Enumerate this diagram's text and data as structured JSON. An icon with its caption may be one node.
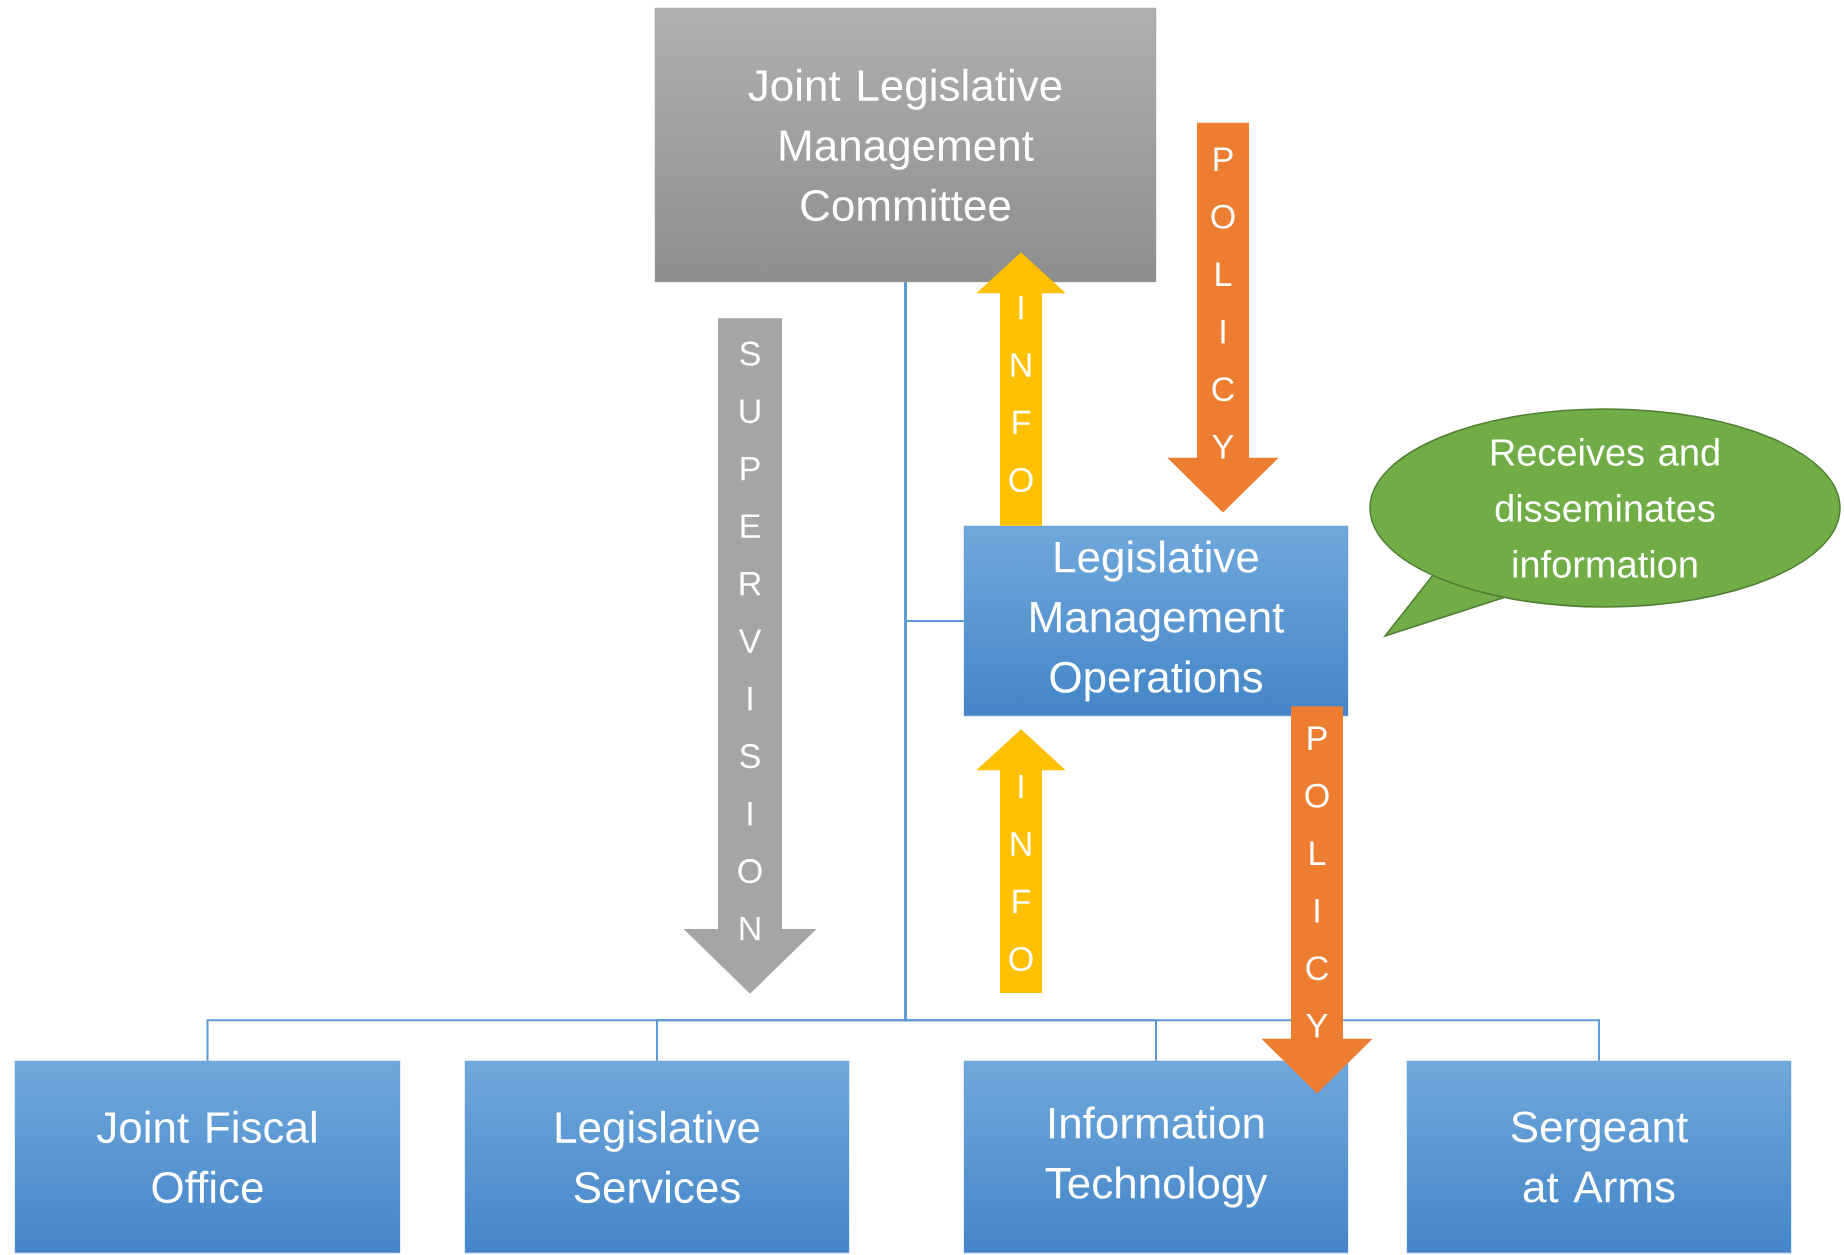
{
  "diagram": {
    "nodes": [
      {
        "text": [
          "Joint Legislative Management Committee"
        ]
      },
      {
        "text": [
          "Legislative Management Operations"
        ]
      },
      {
        "text": [
          "Receives and disseminates information"
        ]
      },
      {
        "text": [
          "Joint Fiscal Office"
        ]
      },
      {
        "text": [
          "Legislative Services"
        ]
      },
      {
        "text": [
          "Information Technology"
        ]
      },
      {
        "text": [
          "Sergeant at Arms"
        ]
      }
    ],
    "edges": [
      {
        "from": 0,
        "to": 1,
        "arrow": "none"
      },
      {
        "from": 0,
        "to": 3,
        "arrow": "none"
      },
      {
        "from": 0,
        "to": 4,
        "arrow": "none"
      },
      {
        "from": 0,
        "to": 5,
        "arrow": "none"
      },
      {
        "from": 0,
        "to": 6,
        "arrow": "none"
      },
      {
        "from": 0,
        "to": null,
        "arrow": "to",
        "label": "SUPERVISION",
        "style": "thick",
        "color": "#a5a5a5"
      },
      {
        "from": 1,
        "to": 0,
        "arrow": "to",
        "label": "INFO",
        "style": "thick",
        "color": "#ffc000"
      },
      {
        "from": 0,
        "to": 1,
        "arrow": "to",
        "label": "POLICY",
        "style": "thick",
        "color": "#ed7d31"
      },
      {
        "from": null,
        "to": 1,
        "arrow": "to",
        "label": "INFO",
        "style": "thick",
        "color": "#ffc000"
      },
      {
        "from": 1,
        "to": 5,
        "arrow": "to",
        "label": "POLICY",
        "style": "thick",
        "color": "#ed7d31"
      }
    ]
  }
}
